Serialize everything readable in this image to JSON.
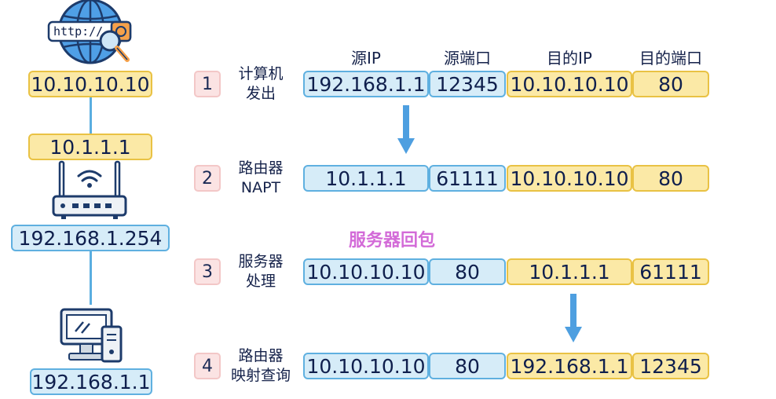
{
  "left_column": {
    "internet_ip": "10.10.10.10",
    "router_wan_ip": "10.1.1.1",
    "router_lan_ip": "192.168.1.254",
    "computer_ip": "192.168.1.1",
    "url_text": "http://"
  },
  "headers": {
    "src_ip": "源IP",
    "src_port": "源端口",
    "dst_ip": "目的IP",
    "dst_port": "目的端口"
  },
  "server_reply_label": "服务器回包",
  "steps": [
    {
      "num": "1",
      "label_line1": "计算机",
      "label_line2": "发出",
      "src_ip": "192.168.1.1",
      "src_port": "12345",
      "dst_ip": "10.10.10.10",
      "dst_port": "80"
    },
    {
      "num": "2",
      "label_line1": "路由器",
      "label_line2": "NAPT",
      "src_ip": "10.1.1.1",
      "src_port": "61111",
      "dst_ip": "10.10.10.10",
      "dst_port": "80"
    },
    {
      "num": "3",
      "label_line1": "服务器",
      "label_line2": "处理",
      "src_ip": "10.10.10.10",
      "src_port": "80",
      "dst_ip": "10.1.1.1",
      "dst_port": "61111"
    },
    {
      "num": "4",
      "label_line1": "路由器",
      "label_line2": "映射查询",
      "src_ip": "10.10.10.10",
      "src_port": "80",
      "dst_ip": "192.168.1.1",
      "dst_port": "12345"
    }
  ],
  "colors": {
    "blue_fill": "#d6ecf8",
    "blue_border": "#5fb0e0",
    "yellow_fill": "#fbe9a6",
    "yellow_border": "#e9c244",
    "reply": "#d36bd8"
  }
}
